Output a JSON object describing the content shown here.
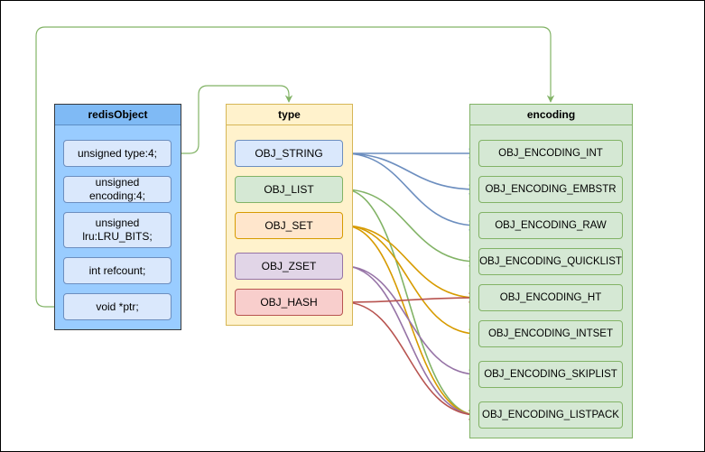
{
  "redis_object": {
    "title": "redisObject",
    "fields": [
      "unsigned type:4;",
      "unsigned encoding:4;",
      "unsigned lru:LRU_BITS;",
      "int refcount;",
      "void *ptr;"
    ]
  },
  "type": {
    "title": "type",
    "items": [
      "OBJ_STRING",
      "OBJ_LIST",
      "OBJ_SET",
      "OBJ_ZSET",
      "OBJ_HASH"
    ]
  },
  "encoding": {
    "title": "encoding",
    "items": [
      "OBJ_ENCODING_INT",
      "OBJ_ENCODING_EMBSTR",
      "OBJ_ENCODING_RAW",
      "OBJ_ENCODING_QUICKLIST",
      "OBJ_ENCODING_HT",
      "OBJ_ENCODING_INTSET",
      "OBJ_ENCODING_SKIPLIST",
      "OBJ_ENCODING_LISTPACK"
    ]
  },
  "colors": {
    "string": "#6c8ebf",
    "list": "#82b366",
    "set": "#d79b00",
    "zset": "#9673a6",
    "hash": "#b85450",
    "connector": "#82b366"
  },
  "mappings": [
    {
      "type": "OBJ_STRING",
      "encodings": [
        "OBJ_ENCODING_INT",
        "OBJ_ENCODING_EMBSTR",
        "OBJ_ENCODING_RAW"
      ]
    },
    {
      "type": "OBJ_LIST",
      "encodings": [
        "OBJ_ENCODING_QUICKLIST",
        "OBJ_ENCODING_LISTPACK"
      ]
    },
    {
      "type": "OBJ_SET",
      "encodings": [
        "OBJ_ENCODING_HT",
        "OBJ_ENCODING_INTSET",
        "OBJ_ENCODING_LISTPACK"
      ]
    },
    {
      "type": "OBJ_ZSET",
      "encodings": [
        "OBJ_ENCODING_SKIPLIST",
        "OBJ_ENCODING_LISTPACK"
      ]
    },
    {
      "type": "OBJ_HASH",
      "encodings": [
        "OBJ_ENCODING_HT",
        "OBJ_ENCODING_LISTPACK"
      ]
    }
  ]
}
